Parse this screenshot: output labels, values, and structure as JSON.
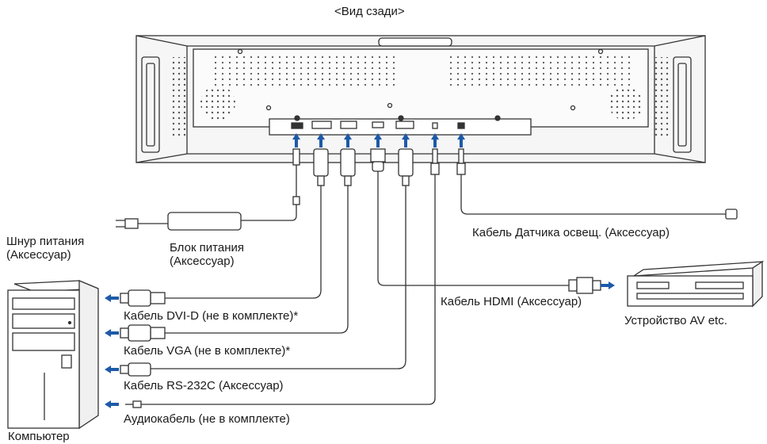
{
  "diagram": {
    "title": "<Вид сзади>",
    "labels": {
      "power_cord_1": "Шнур питания",
      "power_cord_2": "(Аксессуар)",
      "power_unit_1": "Блок питания",
      "power_unit_2": "(Аксессуар)",
      "light_sensor_cable": "Кабель Датчика освещ. (Аксессуар)",
      "hdmi_cable": "Кабель HDMI (Аксессуар)",
      "av_device": "Устройство AV etc.",
      "dvi_cable": "Кабель DVI-D (не в комплекте)*",
      "vga_cable": "Кабель VGA (не в комплекте)*",
      "rs232_cable": "Кабель RS-232C (Аксессуар)",
      "audio_cable": "Аудиокабель (не в комплекте)",
      "computer": "Компьютер"
    },
    "colors": {
      "arrow": "#1e5aa8",
      "line": "#333333",
      "panel": "#f4f4f4"
    },
    "icons": [
      "power-plug-icon",
      "power-adapter-icon",
      "dvi-connector-icon",
      "vga-connector-icon",
      "hdmi-connector-icon",
      "rs232-connector-icon",
      "audio-jack-icon",
      "computer-tower-icon",
      "av-device-icon",
      "up-arrow-icon",
      "left-arrow-icon",
      "right-arrow-icon"
    ]
  }
}
